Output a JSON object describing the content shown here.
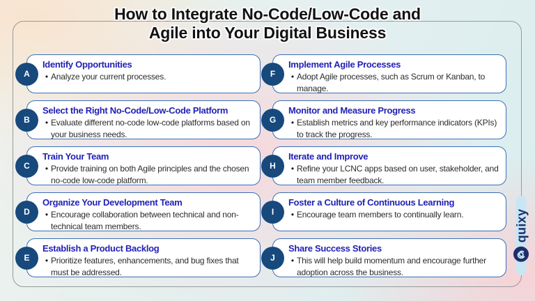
{
  "title": {
    "lines": [
      "How to Integrate No-Code/Low-Code and",
      "Agile into Your Digital Business"
    ]
  },
  "cards": [
    {
      "letter": "A",
      "title": "Identify Opportunities",
      "description": "Analyze your current processes."
    },
    {
      "letter": "B",
      "title": "Select the Right No-Code/Low-Code Platform",
      "description": "Evaluate different no-code low-code platforms based on your business needs."
    },
    {
      "letter": "C",
      "title": "Train Your Team",
      "description": "Provide training on both Agile principles and the chosen no-code low-code platform."
    },
    {
      "letter": "D",
      "title": "Organize Your Development Team",
      "description": "Encourage collaboration between technical and non-technical team members."
    },
    {
      "letter": "E",
      "title": "Establish a Product Backlog",
      "description": "Prioritize features, enhancements, and bug fixes that must be addressed."
    },
    {
      "letter": "F",
      "title": "Implement Agile Processes",
      "description": "Adopt Agile processes, such as Scrum or Kanban, to manage."
    },
    {
      "letter": "G",
      "title": "Monitor and Measure Progress",
      "description": "Establish metrics and key performance indicators (KPIs) to track the progress."
    },
    {
      "letter": "H",
      "title": "Iterate and Improve",
      "description": "Refine your LCNC apps based on user, stakeholder, and team member feedback."
    },
    {
      "letter": "I",
      "title": "Foster a Culture of Continuous Learning",
      "description": "Encourage team members to continually learn."
    },
    {
      "letter": "J",
      "title": "Share Success Stories",
      "description": "This will help build momentum and encourage further adoption across the business."
    }
  ],
  "brand": {
    "name": "quixy"
  },
  "colors": {
    "card-border": "#3a6eb5",
    "badge-bg": "#17497d",
    "card-title": "#2321b4",
    "body-text": "#2b2b2b",
    "brand-navy": "#1d2e6b",
    "brand-pill": "#c8e6f4",
    "frame-border": "#97999b",
    "bg-peach": "#f9e4cf",
    "bg-pink": "#f7d2d6",
    "bg-cyan": "#d9edee"
  }
}
